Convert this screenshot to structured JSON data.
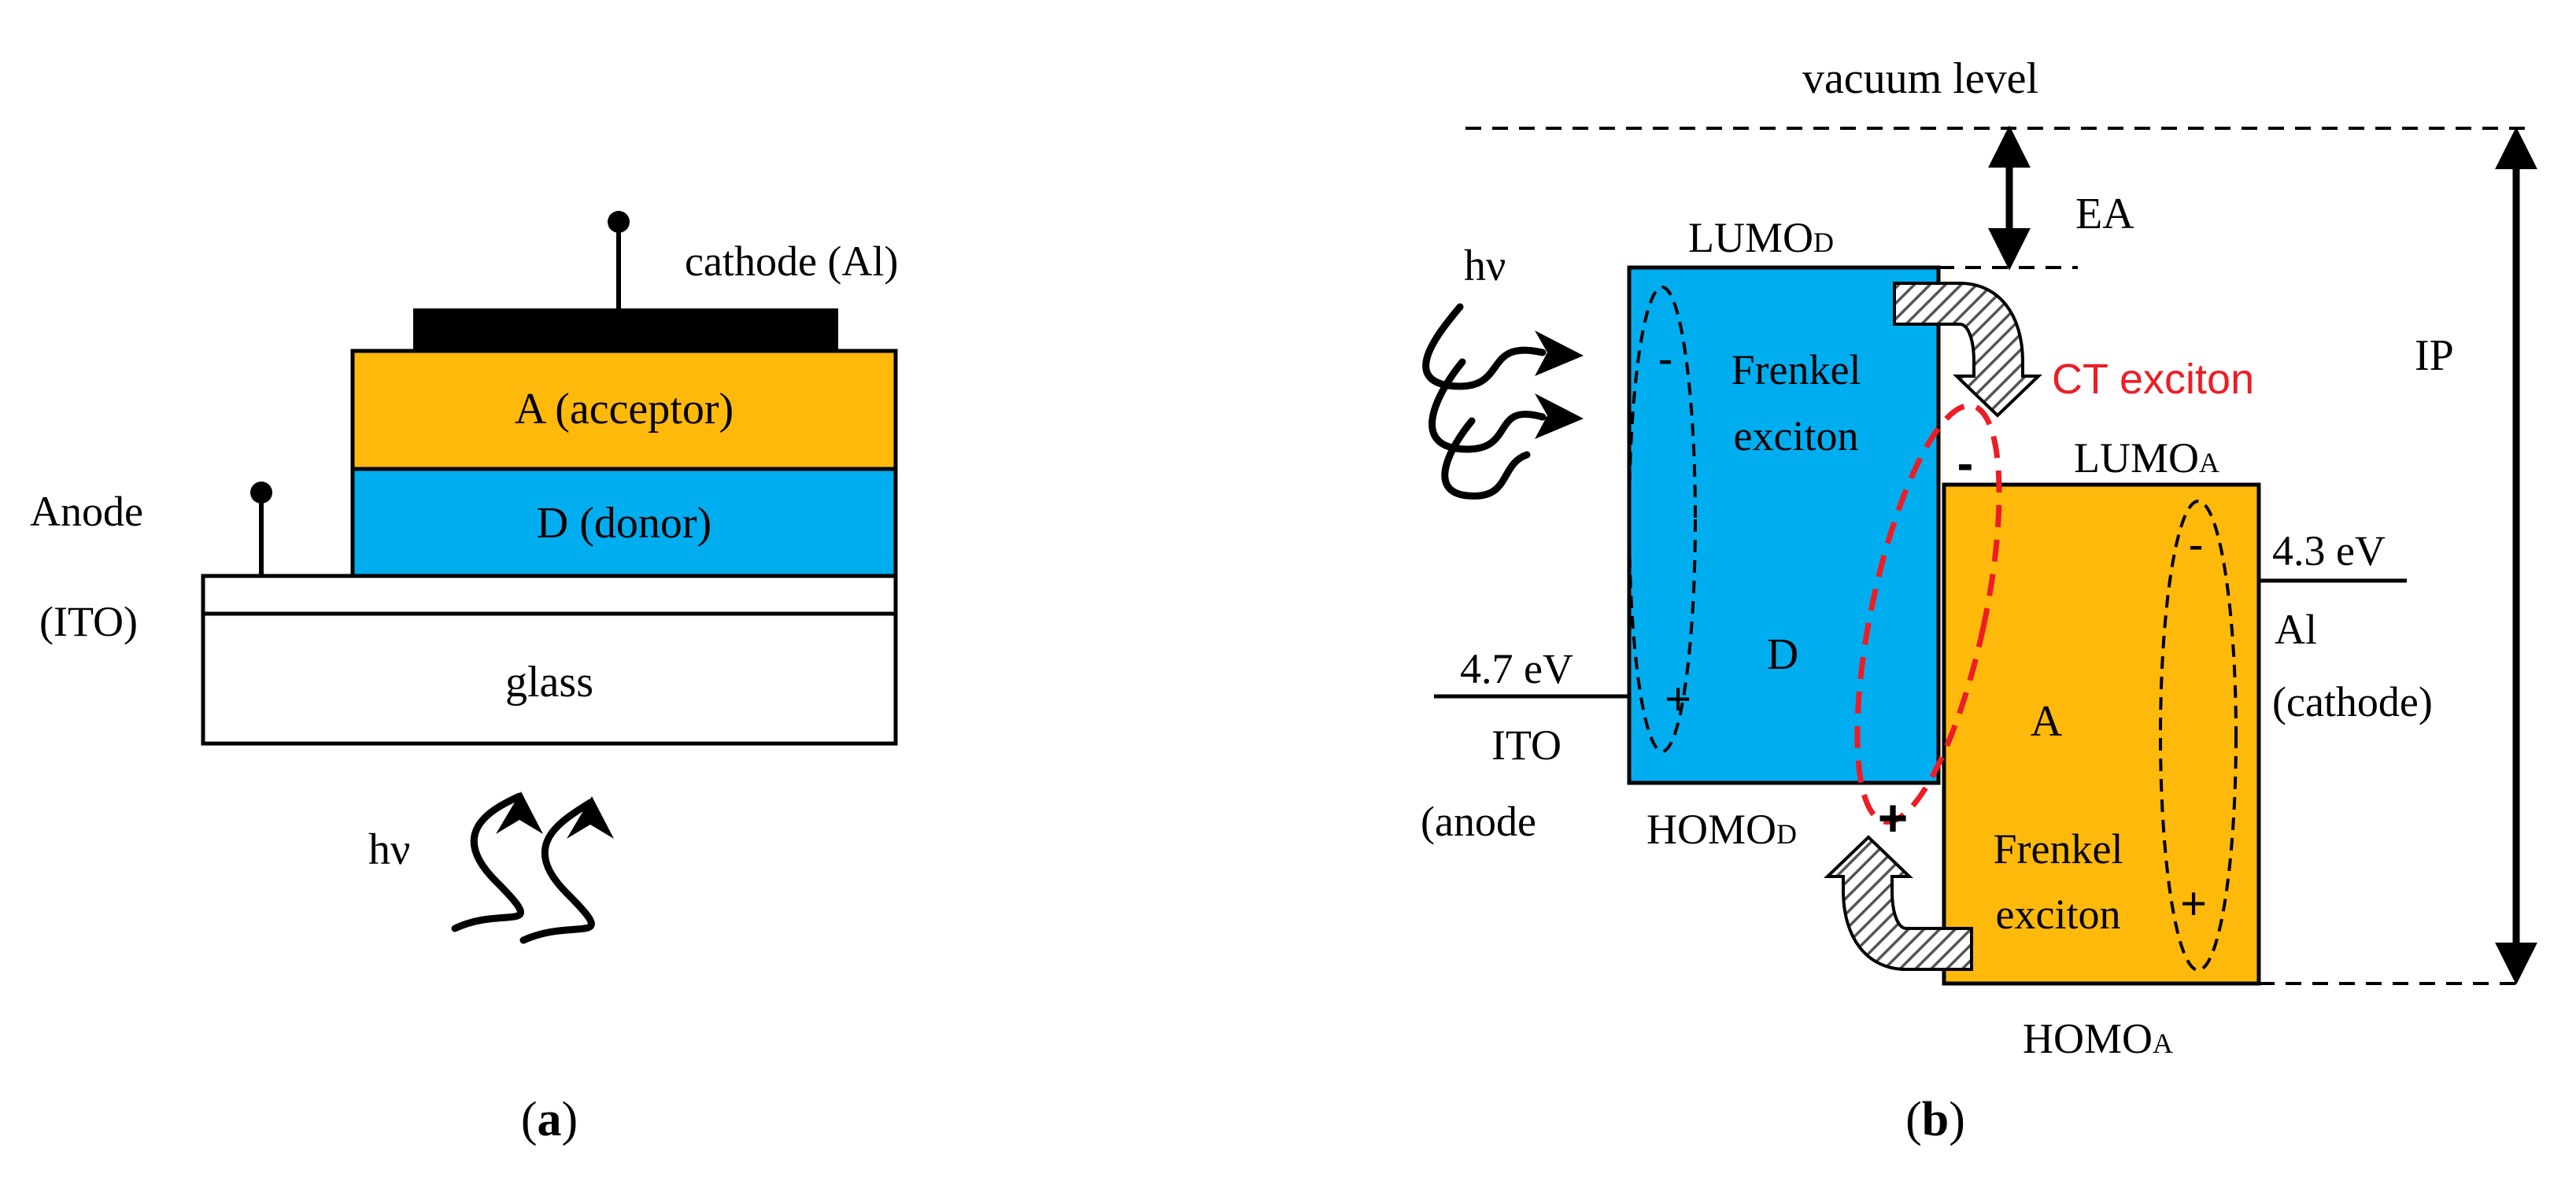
{
  "colors": {
    "acceptor": "#FFB90A",
    "donor": "#00AEEF",
    "ct_exciton": "#EE1C25",
    "stroke": "#000000",
    "hatch": "#555555"
  },
  "panel_a": {
    "caption_open": "(",
    "caption_letter": "a",
    "caption_close": ")",
    "cathode_label": "cathode (Al)",
    "acceptor_label": "A (acceptor)",
    "donor_label": "D (donor)",
    "anode_label": "Anode",
    "ito_label": "(ITO)",
    "glass_label": "glass",
    "photon_label": "hν"
  },
  "panel_b": {
    "caption_open": "(",
    "caption_letter": "b",
    "caption_close": ")",
    "vacuum_label": "vacuum level",
    "ea_label": "EA",
    "ip_label": "IP",
    "lumo_d_main": "LUMO",
    "lumo_d_sub": "D",
    "lumo_a_main": "LUMO",
    "lumo_a_sub": "A",
    "homo_d_main": "HOMO",
    "homo_d_sub": "D",
    "homo_a_main": "HOMO",
    "homo_a_sub": "A",
    "photon_label": "hν",
    "frenkel_d_line1": "Frenkel",
    "frenkel_d_line2": "exciton",
    "frenkel_a_line1": "Frenkel",
    "frenkel_a_line2": "exciton",
    "ct_label": "CT exciton",
    "donor_letter": "D",
    "acceptor_letter": "A",
    "ito_energy": "4.7 eV",
    "ito_line1": "ITO",
    "ito_line2": "(anode",
    "al_energy": "4.3 eV",
    "al_line1": "Al",
    "al_line2": "(cathode)",
    "minus_sign": "-",
    "plus_sign": "+"
  }
}
